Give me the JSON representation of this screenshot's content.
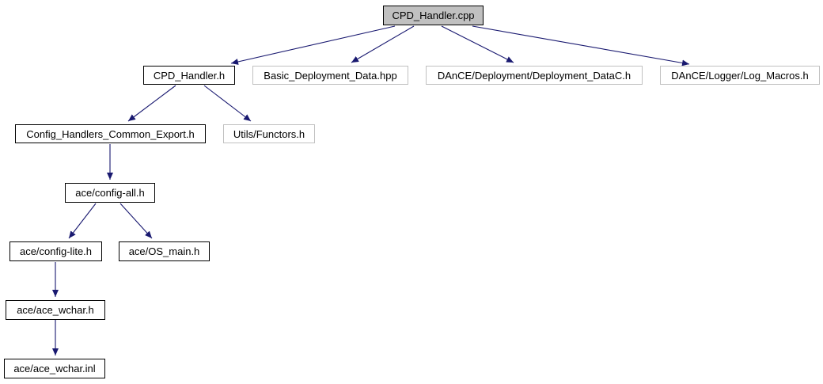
{
  "diagram": {
    "kind": "include-dependency-graph",
    "colors": {
      "edge": "#191970",
      "node_fill": "#ffffff",
      "node_border": "#000000",
      "current_node_fill": "#c0c0c0",
      "plain_node_border": "#c0c0c0",
      "background": "#ffffff"
    },
    "nodes": [
      {
        "label": "CPD_Handler.cpp",
        "style": "current"
      },
      {
        "label": "CPD_Handler.h",
        "style": "linked"
      },
      {
        "label": "Basic_Deployment_Data.hpp",
        "style": "plain"
      },
      {
        "label": "DAnCE/Deployment/Deployment_DataC.h",
        "style": "plain"
      },
      {
        "label": "DAnCE/Logger/Log_Macros.h",
        "style": "plain"
      },
      {
        "label": "Config_Handlers_Common_Export.h",
        "style": "linked"
      },
      {
        "label": "Utils/Functors.h",
        "style": "plain"
      },
      {
        "label": "ace/config-all.h",
        "style": "linked"
      },
      {
        "label": "ace/config-lite.h",
        "style": "linked"
      },
      {
        "label": "ace/OS_main.h",
        "style": "linked"
      },
      {
        "label": "ace/ace_wchar.h",
        "style": "linked"
      },
      {
        "label": "ace/ace_wchar.inl",
        "style": "linked"
      }
    ],
    "edges": [
      {
        "from": "CPD_Handler.cpp",
        "to": "CPD_Handler.h"
      },
      {
        "from": "CPD_Handler.cpp",
        "to": "Basic_Deployment_Data.hpp"
      },
      {
        "from": "CPD_Handler.cpp",
        "to": "DAnCE/Deployment/Deployment_DataC.h"
      },
      {
        "from": "CPD_Handler.cpp",
        "to": "DAnCE/Logger/Log_Macros.h"
      },
      {
        "from": "CPD_Handler.h",
        "to": "Config_Handlers_Common_Export.h"
      },
      {
        "from": "CPD_Handler.h",
        "to": "Utils/Functors.h"
      },
      {
        "from": "Config_Handlers_Common_Export.h",
        "to": "ace/config-all.h"
      },
      {
        "from": "ace/config-all.h",
        "to": "ace/config-lite.h"
      },
      {
        "from": "ace/config-all.h",
        "to": "ace/OS_main.h"
      },
      {
        "from": "ace/config-lite.h",
        "to": "ace/ace_wchar.h"
      },
      {
        "from": "ace/ace_wchar.h",
        "to": "ace/ace_wchar.inl"
      }
    ]
  }
}
